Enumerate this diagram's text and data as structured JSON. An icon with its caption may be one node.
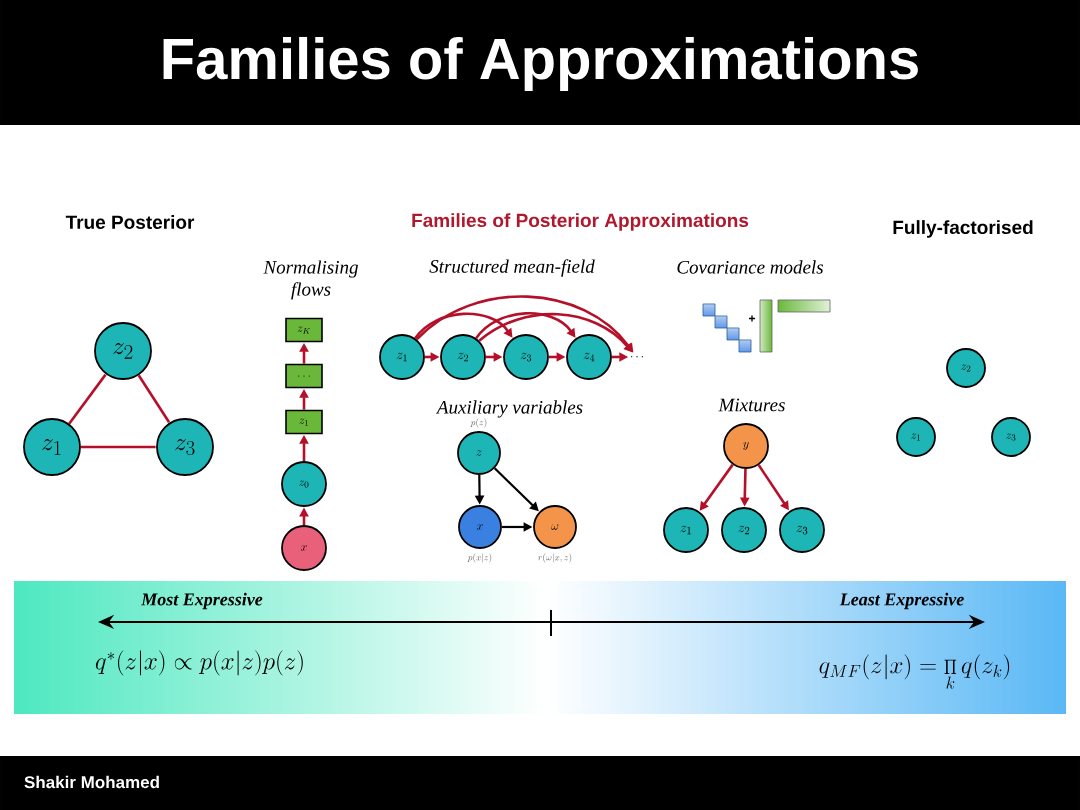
{
  "diagram": {
    "title": "Families of Approximations",
    "nodes": [
      {
        "text": [
          "z_1"
        ]
      },
      {
        "text": [
          "z_2"
        ]
      },
      {
        "text": [
          "z_3"
        ]
      },
      {
        "text": [
          "x"
        ]
      },
      {
        "text": [
          "z_0"
        ]
      },
      {
        "text": [
          "z_1"
        ]
      },
      {
        "text": [
          "\\dots"
        ]
      },
      {
        "text": [
          "z_K"
        ]
      },
      {
        "text": [
          "z_1"
        ]
      },
      {
        "text": [
          "z_2"
        ]
      },
      {
        "text": [
          "z_3"
        ]
      },
      {
        "text": [
          "z_4"
        ]
      },
      {
        "text": [
          "\\cdots"
        ]
      },
      {
        "text": [
          "z"
        ],
        "beside": [
          "p(z)"
        ]
      },
      {
        "text": [
          "x"
        ],
        "beside": [
          "p(x|z)"
        ]
      },
      {
        "text": [
          "\\omega"
        ],
        "beside": [
          "r(\\omega|x,z)"
        ]
      },
      {
        "text": [
          "y"
        ]
      },
      {
        "text": [
          "z_1"
        ]
      },
      {
        "text": [
          "z_2"
        ]
      },
      {
        "text": [
          "z_3"
        ]
      },
      {
        "text": [
          "z_1"
        ]
      },
      {
        "text": [
          "z_2"
        ]
      },
      {
        "text": [
          "z_3"
        ]
      }
    ],
    "edges": [
      {
        "from": 0,
        "to": 1,
        "arrow": "none"
      },
      {
        "from": 1,
        "to": 2,
        "arrow": "none"
      },
      {
        "from": 0,
        "to": 2,
        "arrow": "none"
      },
      {
        "from": 3,
        "to": 4,
        "arrow": "to"
      },
      {
        "from": 4,
        "to": 5,
        "arrow": "to"
      },
      {
        "from": 5,
        "to": 6,
        "arrow": "to"
      },
      {
        "from": 6,
        "to": 7,
        "arrow": "to"
      },
      {
        "from": 8,
        "to": 9,
        "arrow": "to"
      },
      {
        "from": 9,
        "to": 10,
        "arrow": "to"
      },
      {
        "from": 10,
        "to": 11,
        "arrow": "to"
      },
      {
        "from": 11,
        "to": 12,
        "arrow": "to"
      },
      {
        "from": 8,
        "to": 10,
        "arrow": "to"
      },
      {
        "from": 8,
        "to": 12,
        "arrow": "to"
      },
      {
        "from": 9,
        "to": 11,
        "arrow": "to"
      },
      {
        "from": 9,
        "to": 12,
        "arrow": "to"
      },
      {
        "from": 13,
        "to": 14,
        "arrow": "to",
        "color": "#000000"
      },
      {
        "from": 13,
        "to": 15,
        "arrow": "to",
        "color": "#000000"
      },
      {
        "from": 14,
        "to": 15,
        "arrow": "to",
        "color": "#000000"
      },
      {
        "from": 16,
        "to": 17,
        "arrow": "to"
      },
      {
        "from": 16,
        "to": 18,
        "arrow": "to"
      },
      {
        "from": 16,
        "to": 19,
        "arrow": "to"
      }
    ],
    "labels": [
      "True Posterior",
      "Families of Posterior Approximations",
      "Fully-factorised",
      "Normalising flows",
      "Structured mean-field",
      "Covariance models",
      "+",
      "Auxiliary variables",
      "Mixtures",
      "Most Expressive",
      "Least Expressive",
      "q^*(z|x) \\propto p(x|z)p(z)",
      "q_{MF}(z|x) = \\prod_k q(z_k)",
      "Shakir Mohamed"
    ]
  }
}
